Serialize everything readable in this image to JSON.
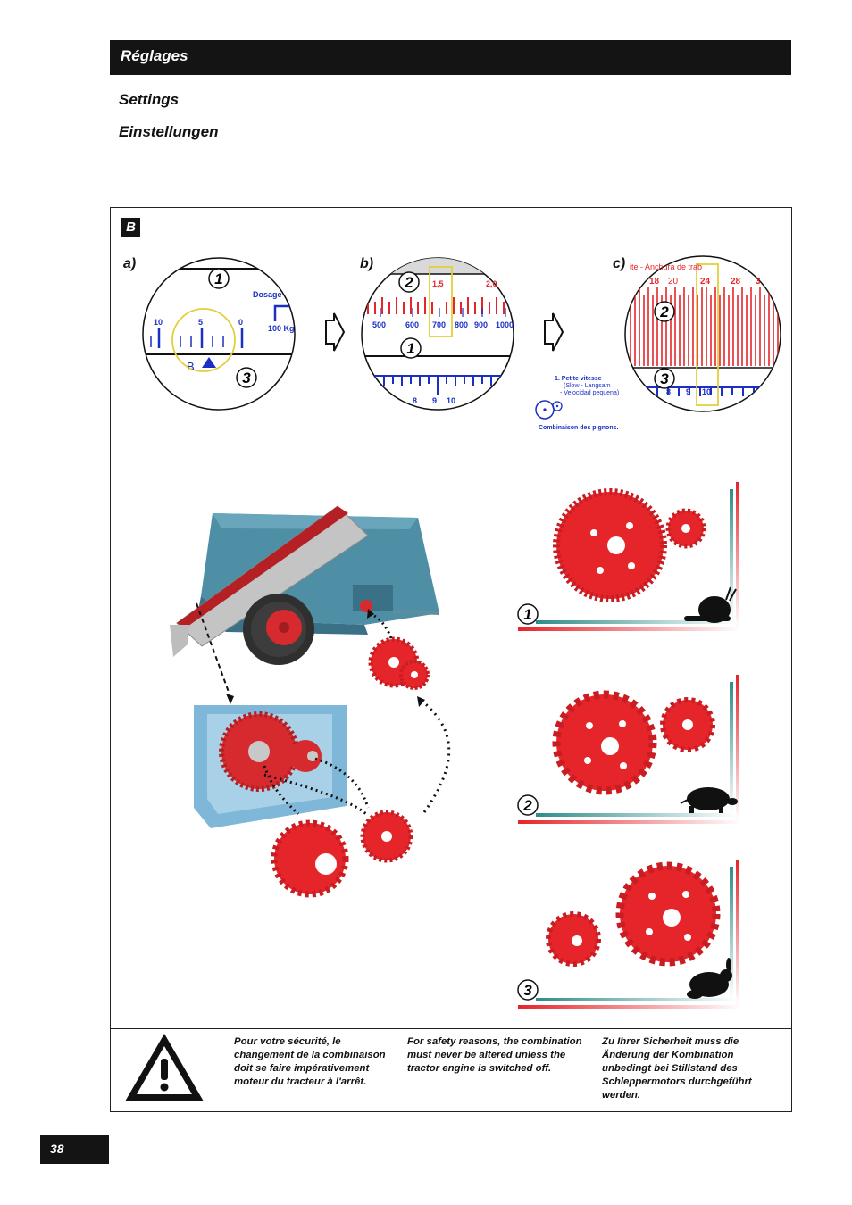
{
  "header": {
    "title": "Réglages"
  },
  "subtitles": {
    "en": "Settings",
    "de": "Einstellungen"
  },
  "section_label": "B",
  "panels": {
    "a": {
      "label": "a)",
      "dosage_label": "Dosage",
      "kg_label": "100 Kg",
      "scale": [
        "10",
        "5",
        "0"
      ],
      "marker": "B",
      "callouts": [
        "1",
        "3"
      ]
    },
    "b": {
      "label": "b)",
      "top_values": [
        "1,5",
        "2,0"
      ],
      "scale": [
        "500",
        "600",
        "700",
        "800",
        "900",
        "1000"
      ],
      "bottom_scale": [
        "8",
        "9",
        "10"
      ],
      "callouts": [
        "2",
        "1"
      ]
    },
    "c": {
      "label": "c)",
      "top_text": "ite - Anchura de trab",
      "top_values": [
        "18",
        "20",
        "24",
        "28",
        "3"
      ],
      "bottom_scale": [
        "8",
        "9",
        "10"
      ],
      "callouts": [
        "2",
        "3"
      ]
    }
  },
  "speed_note": {
    "title": "1. Petite vitesse",
    "line1": "(Slow - Langsam",
    "line2": "- Velocidad pequena)",
    "combo": "Combinaison des pignons."
  },
  "gear_sets": [
    "1",
    "2",
    "3"
  ],
  "colors": {
    "accent_red": "#e5252a",
    "scale_blue": "#1b2fc4",
    "teal": "#2e8d89",
    "machine_blue": "#4f8fa5"
  },
  "safety": {
    "fr": "Pour votre sécurité, le changement de la combinaison doit se faire impérativement moteur du tracteur à l'arrêt.",
    "en": "For safety reasons, the combination must never be altered unless the tractor engine is switched off.",
    "de": "Zu Ihrer Sicherheit muss die Änderung der Kombination unbedingt bei Stillstand des Schleppermotors durchgeführt werden."
  },
  "page_number": "38"
}
